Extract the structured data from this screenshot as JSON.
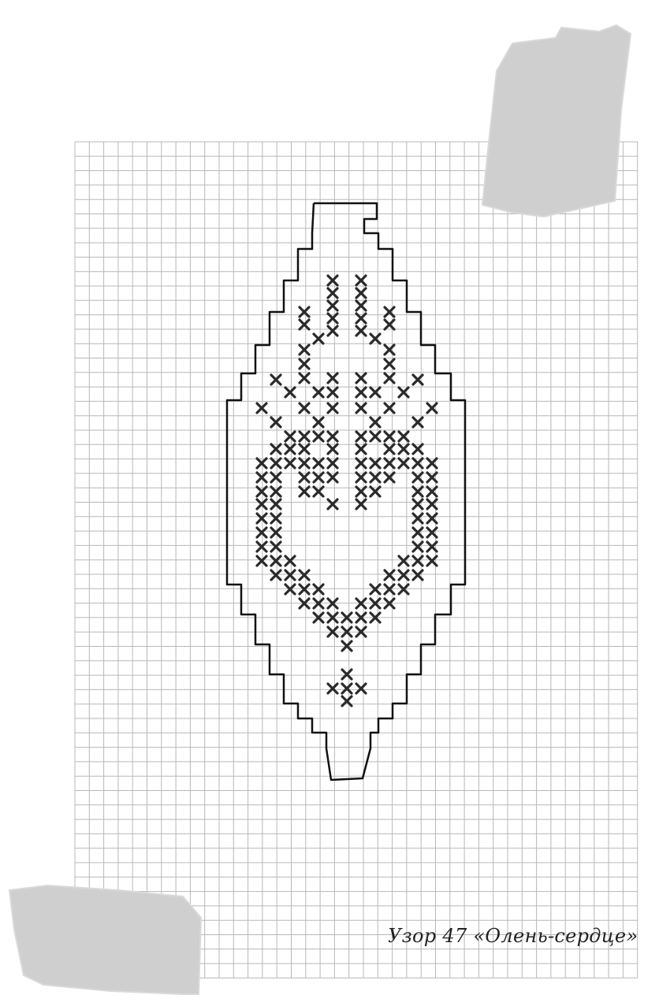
{
  "pattern": {
    "caption": "Узор 47 «Олень-сердце»",
    "colors": {
      "paper": "#ffffff",
      "grid": "#b8b8b8",
      "stitch": "#2a2a2a",
      "outline": "#111111",
      "tape": "#cfcfcf"
    },
    "grid": {
      "columns": 39,
      "rows": 58
    },
    "stitch_symbol": "cross-stitch-x",
    "tape_pieces": 2,
    "chart_rows": [
      "          ..                 ",
      "          ..                 ",
      "          ..                 ",
      "         ....                ",
      "         ....                ",
      "         ....                ",
      "        ......               ",
      "        ......               ",
      "        ......               ",
      "       ........              ",
      "       ........              ",
      "       ........              ",
      "      ..........             ",
      "      ..........             ",
      "      ..........             ",
      "     ............            ",
      "     ............            ",
      "     ............            ",
      "    ..............           ",
      "    ..............           "
    ]
  }
}
